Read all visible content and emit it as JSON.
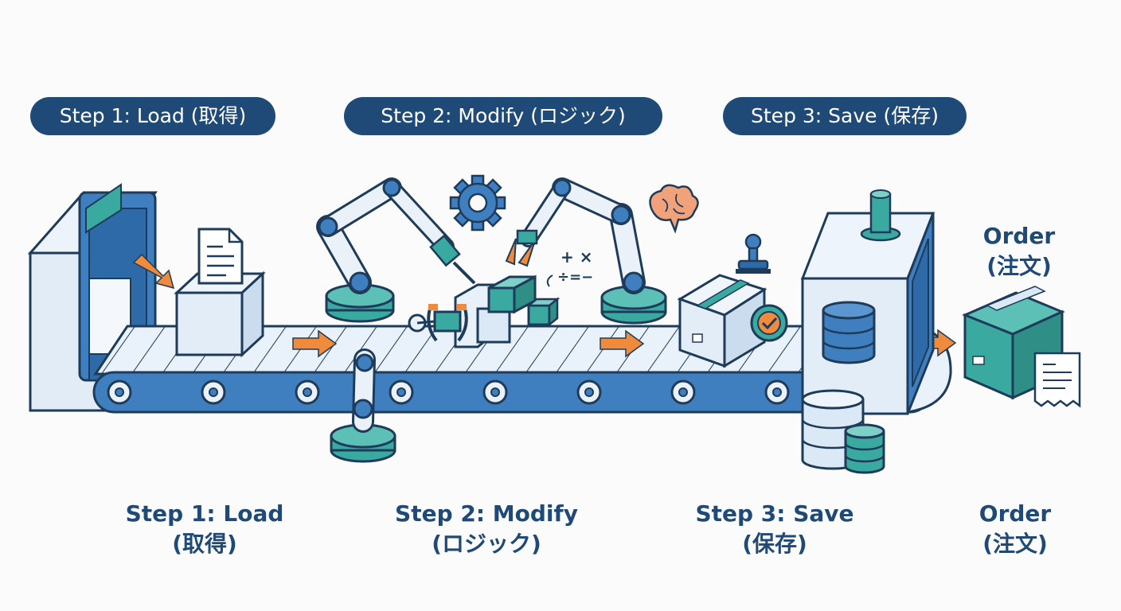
{
  "header": {
    "step1": "Step 1: Load (取得)",
    "step2": "Step 2: Modify (ロジック)",
    "step3": "Step 3: Save (保存)"
  },
  "output_label": {
    "line1": "Order",
    "line2": "(注文)"
  },
  "captions": {
    "step1": {
      "line1": "Step 1: Load",
      "line2": "(取得)"
    },
    "step2": {
      "line1": "Step 2: Modify",
      "line2": "(ロジック)"
    },
    "step3": {
      "line1": "Step 3: Save",
      "line2": "(保存)"
    },
    "order": {
      "line1": "Order",
      "line2": "(注文)"
    }
  },
  "math_symbols": {
    "row1": "+ ×",
    "row2": "÷=−"
  },
  "colors": {
    "navy": "#1f4a78",
    "blue": "#3f7fc0",
    "light_blue": "#dbe8f5",
    "teal": "#3aa9a0",
    "orange": "#f08a3c",
    "outline": "#1e3c5a"
  }
}
